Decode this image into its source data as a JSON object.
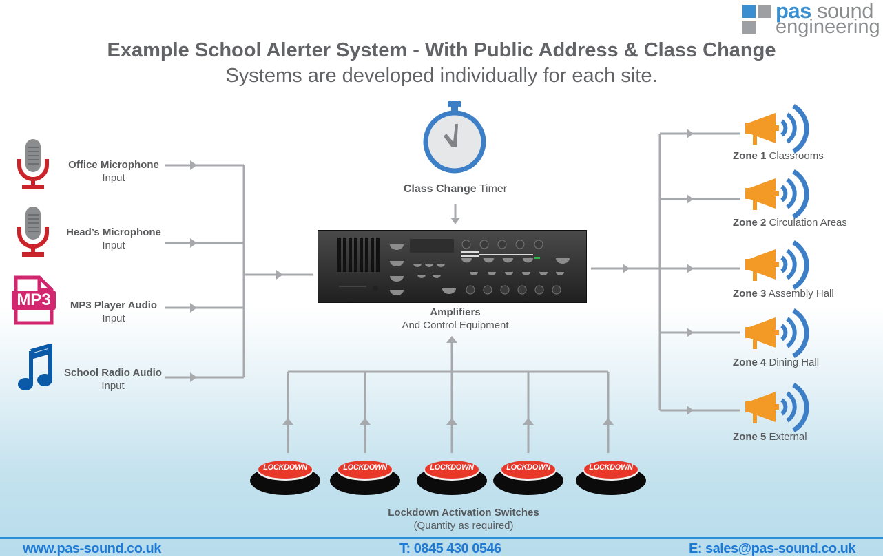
{
  "logo": {
    "brand_bold": "pas",
    "brand_light": " sound",
    "brand_line2": "engineering",
    "colors": {
      "blue": "#3a8fd1",
      "grey": "#8a8c8e"
    }
  },
  "header": {
    "title": "Example School Alerter System - With Public Address & Class Change",
    "subtitle": "Systems are developed individually for each site."
  },
  "inputs": [
    {
      "icon": "microphone-icon",
      "name": "Office Microphone",
      "sub": "Input"
    },
    {
      "icon": "microphone-icon",
      "name": "Head’s Microphone",
      "sub": "Input"
    },
    {
      "icon": "mp3-file-icon",
      "icon_text": "MP3",
      "name": "MP3 Player Audio",
      "sub": "Input"
    },
    {
      "icon": "music-note-icon",
      "name": "School Radio Audio",
      "sub": "Input"
    }
  ],
  "timer": {
    "icon": "stopwatch-icon",
    "name_bold": "Class Change",
    "name_rest": " Timer"
  },
  "amplifier": {
    "name": "Amplifiers",
    "sub": "And Control Equipment"
  },
  "zones": [
    {
      "icon": "megaphone-icon",
      "zone": "Zone 1",
      "area": " Classrooms"
    },
    {
      "icon": "megaphone-icon",
      "zone": "Zone 2",
      "area": " Circulation Areas"
    },
    {
      "icon": "megaphone-icon",
      "zone": "Zone 3",
      "area": " Assembly Hall"
    },
    {
      "icon": "megaphone-icon",
      "zone": "Zone 4",
      "area": " Dining Hall"
    },
    {
      "icon": "megaphone-icon",
      "zone": "Zone 5",
      "area": " External"
    }
  ],
  "lockdown": {
    "button_label": "LOCKDOWN",
    "count": 5,
    "name": "Lockdown Activation Switches",
    "sub": "(Quantity as required)"
  },
  "footer": {
    "website": "www.pas-sound.co.uk",
    "phone": "T: 0845 430 0546",
    "email": "E: sales@pas-sound.co.uk"
  },
  "colors": {
    "wire": "#a7a9ac",
    "mic_red": "#cc2229",
    "mp3_pink": "#d2266e",
    "note_blue": "#0a5aa8",
    "speaker_orange": "#f39a26",
    "wave_blue": "#3d7fc6",
    "lockdown_red": "#e8382a",
    "footer_blue": "#1f7ad4"
  }
}
